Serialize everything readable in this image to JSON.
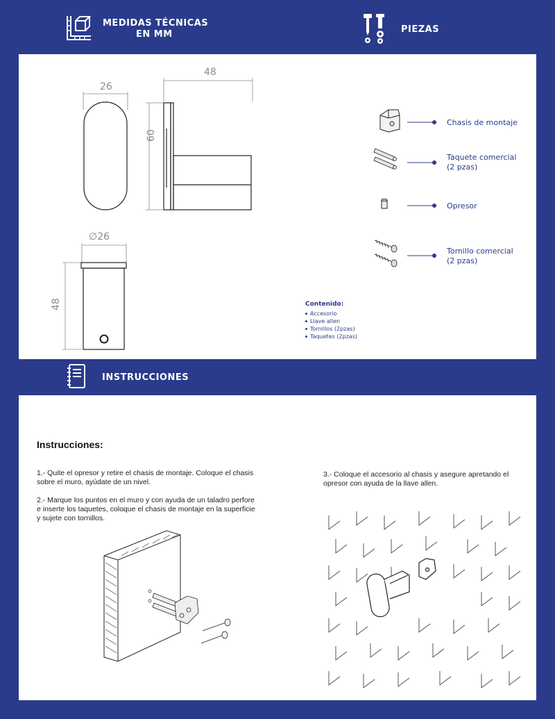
{
  "header_medidas": {
    "line1": "MEDIDAS TÉCNICAS",
    "line2": "EN MM",
    "icon": "ruler-square-icon"
  },
  "header_piezas": {
    "label": "PIEZAS",
    "icon": "screws-icon"
  },
  "dimensions": {
    "front_width": "26",
    "side_depth": "48",
    "side_height": "60",
    "bottom_diameter": "∅26",
    "bottom_height": "48"
  },
  "parts": [
    {
      "label": "Chasis de montaje",
      "icon": "mounting-chassis-icon"
    },
    {
      "label": "Taquete comercial\n(2 pzas)",
      "icon": "wall-plug-icon"
    },
    {
      "label": "Opresor",
      "icon": "set-screw-icon"
    },
    {
      "label": "Tornillo comercial\n(2 pzas)",
      "icon": "screw-icon"
    }
  ],
  "contents": {
    "title": "Contenido:",
    "items": [
      "Accesorio",
      "Llave allen",
      "Tornillos (2pzas)",
      "Taquetes (2pzas)"
    ]
  },
  "header_instrucciones": {
    "label": "INSTRUCCIONES",
    "icon": "notebook-icon"
  },
  "instructions": {
    "title": "Instrucciones:",
    "step1": "1.- Quite el opresor y retire el chasis de montaje. Coloque el chasis sobre el muro, ayúdate de un nivel.",
    "step2": "2.- Marque los puntos en el muro y con ayuda de un taladro perfore e inserte los taquetes, coloque el chasis de montaje  en la superficie y sujete con tornillos.",
    "step3": "3.- Coloque el accesorio al chasis y asegure apretando el opresor con ayuda de la llave allen."
  },
  "colors": {
    "brand_blue": "#2b3b8c",
    "panel": "#ffffff"
  }
}
